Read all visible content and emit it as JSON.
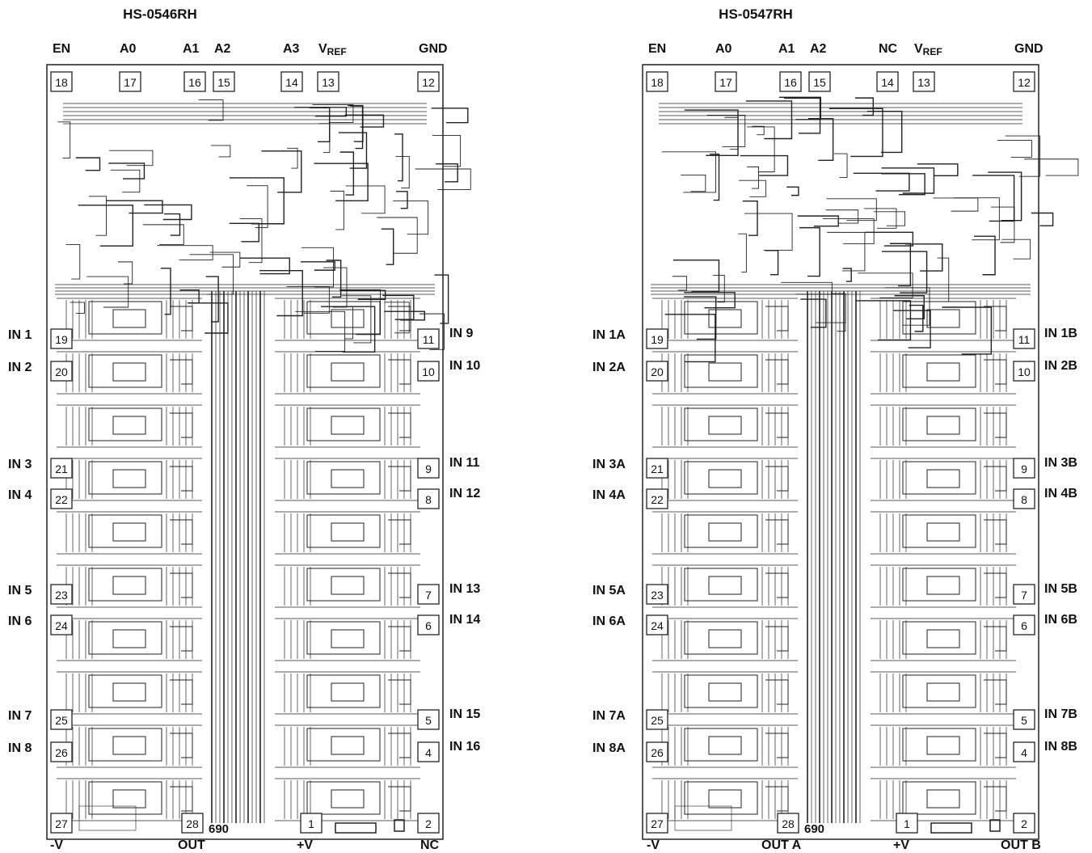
{
  "diagrams": [
    {
      "title": "HS-0546RH",
      "top_labels": [
        {
          "text": "EN"
        },
        {
          "text": "A0"
        },
        {
          "text": "A1"
        },
        {
          "text": "A2"
        },
        {
          "text": "A3"
        },
        {
          "text": "V",
          "sub": "REF"
        },
        {
          "text": "GND"
        }
      ],
      "left_labels": [
        "IN 1",
        "IN 2",
        "IN 3",
        "IN 4",
        "IN 5",
        "IN 6",
        "IN 7",
        "IN 8"
      ],
      "right_labels": [
        "IN 9",
        "IN 10",
        "IN 11",
        "IN 12",
        "IN 13",
        "IN 14",
        "IN 15",
        "IN 16"
      ],
      "bottom_labels": [
        "-V",
        "OUT",
        "+V",
        "NC"
      ],
      "pad_numbers": {
        "top": [
          "18",
          "17",
          "16",
          "15",
          "14",
          "13",
          "12"
        ],
        "left": [
          "19",
          "20",
          "21",
          "22",
          "23",
          "24",
          "25",
          "26"
        ],
        "right": [
          "11",
          "10",
          "9",
          "8",
          "7",
          "6",
          "5",
          "4"
        ],
        "bottom": [
          "27",
          "28",
          "1",
          "2"
        ]
      },
      "die_marking": "690"
    },
    {
      "title": "HS-0547RH",
      "top_labels": [
        {
          "text": "EN"
        },
        {
          "text": "A0"
        },
        {
          "text": "A1"
        },
        {
          "text": "A2"
        },
        {
          "text": "NC"
        },
        {
          "text": "V",
          "sub": "REF"
        },
        {
          "text": "GND"
        }
      ],
      "left_labels": [
        "IN 1A",
        "IN 2A",
        "IN 3A",
        "IN 4A",
        "IN 5A",
        "IN 6A",
        "IN 7A",
        "IN 8A"
      ],
      "right_labels": [
        "IN 1B",
        "IN 2B",
        "IN 3B",
        "IN 4B",
        "IN 5B",
        "IN 6B",
        "IN 7B",
        "IN 8B"
      ],
      "bottom_labels": [
        "-V",
        "OUT A",
        "+V",
        "OUT B"
      ],
      "pad_numbers": {
        "top": [
          "18",
          "17",
          "16",
          "15",
          "14",
          "13",
          "12"
        ],
        "left": [
          "19",
          "20",
          "21",
          "22",
          "23",
          "24",
          "25",
          "26"
        ],
        "right": [
          "11",
          "10",
          "9",
          "8",
          "7",
          "6",
          "5",
          "4"
        ],
        "bottom": [
          "27",
          "28",
          "1",
          "2"
        ]
      },
      "die_marking": "690"
    }
  ]
}
